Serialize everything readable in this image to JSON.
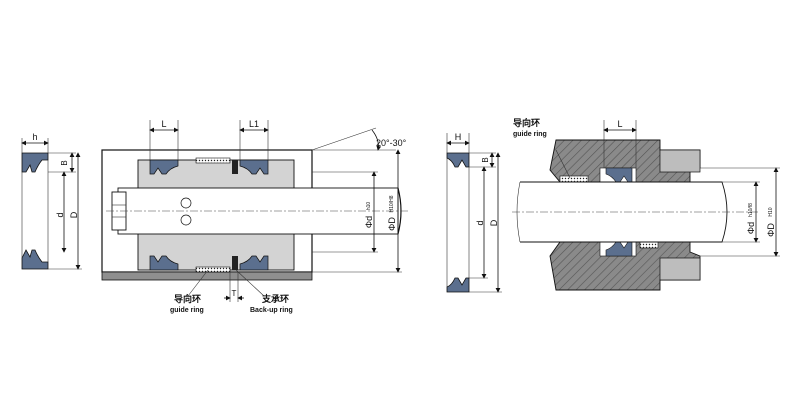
{
  "left_profile": {
    "h": "h",
    "B": "B",
    "d": "d",
    "D": "D"
  },
  "center_assembly": {
    "L_left": "L",
    "L_right": "L1",
    "angle": "20°-30°",
    "phi_d": "Φd",
    "phi_d_sup": "h10",
    "phi_D": "ΦD",
    "phi_D_sup": "H10/H8",
    "T": "T",
    "guide_ring_cn": "导向环",
    "guide_ring_en": "guide ring",
    "backup_ring_cn": "支承环",
    "backup_ring_en": "Back-up ring"
  },
  "right_profile": {
    "H": "H",
    "B": "B",
    "d": "d",
    "D": "D"
  },
  "right_assembly": {
    "guide_ring_cn": "导向环",
    "guide_ring_en": "guide ring",
    "L": "L",
    "phi_d": "Φd",
    "phi_d_sup": "h10/f8",
    "phi_D": "ΦD",
    "phi_D_sup": "H10"
  },
  "colors": {
    "seal": "#5b6f8e",
    "housing": "#8f8f8f",
    "piston": "#d3d3d3",
    "line": "#111111"
  }
}
